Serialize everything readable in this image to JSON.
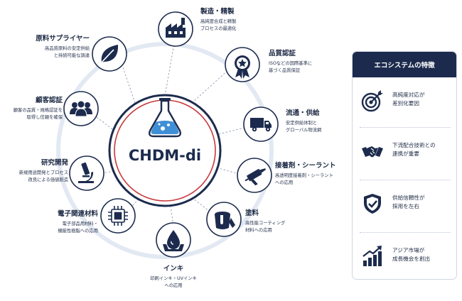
{
  "center": {
    "title": "CHDM-di"
  },
  "nodes": [
    {
      "key": "mfg",
      "icon": "factory-icon",
      "title": "製造・精製",
      "desc": [
        "高純度合成と精製",
        "プロセスの最適化"
      ]
    },
    {
      "key": "quality",
      "icon": "award-badge-icon",
      "title": "品質認証",
      "desc": [
        "ISOなどの国際基準に",
        "基づく品質保証"
      ]
    },
    {
      "key": "logistics",
      "icon": "truck-icon",
      "title": "流通・供給",
      "desc": [
        "安定供給体制と",
        "グローバル物流網"
      ]
    },
    {
      "key": "adhesive",
      "icon": "caulk-gun-icon",
      "title": "接着剤・シーラント",
      "desc": [
        "高透明度接着剤・シーラント",
        "への応用"
      ]
    },
    {
      "key": "paint",
      "icon": "paint-bucket-icon",
      "title": "塗料",
      "desc": [
        "高性能コーティング",
        "材料への応用"
      ]
    },
    {
      "key": "ink",
      "icon": "ink-drop-icon",
      "title": "インキ",
      "desc": [
        "印刷インキ・UVインキ",
        "への応用"
      ]
    },
    {
      "key": "electronics",
      "icon": "microchip-icon",
      "title": "電子関連材料",
      "desc": [
        "電子部品用材料・",
        "機能性樹脂への応用"
      ]
    },
    {
      "key": "rnd",
      "icon": "microscope-icon",
      "title": "研究開発",
      "desc": [
        "新規用途開発とプロセス",
        "改良による価値創造"
      ]
    },
    {
      "key": "customer",
      "icon": "people-group-icon",
      "title": "顧客認証",
      "desc": [
        "顧客の品質・規格認証を",
        "取得し信頼を確保"
      ]
    },
    {
      "key": "supplier",
      "icon": "leaf-icon",
      "title": "原料サプライヤー",
      "desc": [
        "高品質原料の安定供給",
        "と持続可能な調達"
      ]
    }
  ],
  "panel": {
    "title": "エコシステムの特徴",
    "items": [
      {
        "icon": "target-icon",
        "text": "高純度対応が\n差別化要因"
      },
      {
        "icon": "handshake-icon",
        "text": "下流配合技術との\n連携が重要"
      },
      {
        "icon": "shield-check-icon",
        "text": "供給信頼性が\n採用を左右"
      },
      {
        "icon": "growth-chart-icon",
        "text": "アジア市場が\n成長機会を創出"
      }
    ]
  },
  "colors": {
    "navy": "#1c2b4d",
    "accent_red": "#c8373b",
    "flask_blue": "#3f8fd6",
    "line": "#9aa6bb"
  }
}
